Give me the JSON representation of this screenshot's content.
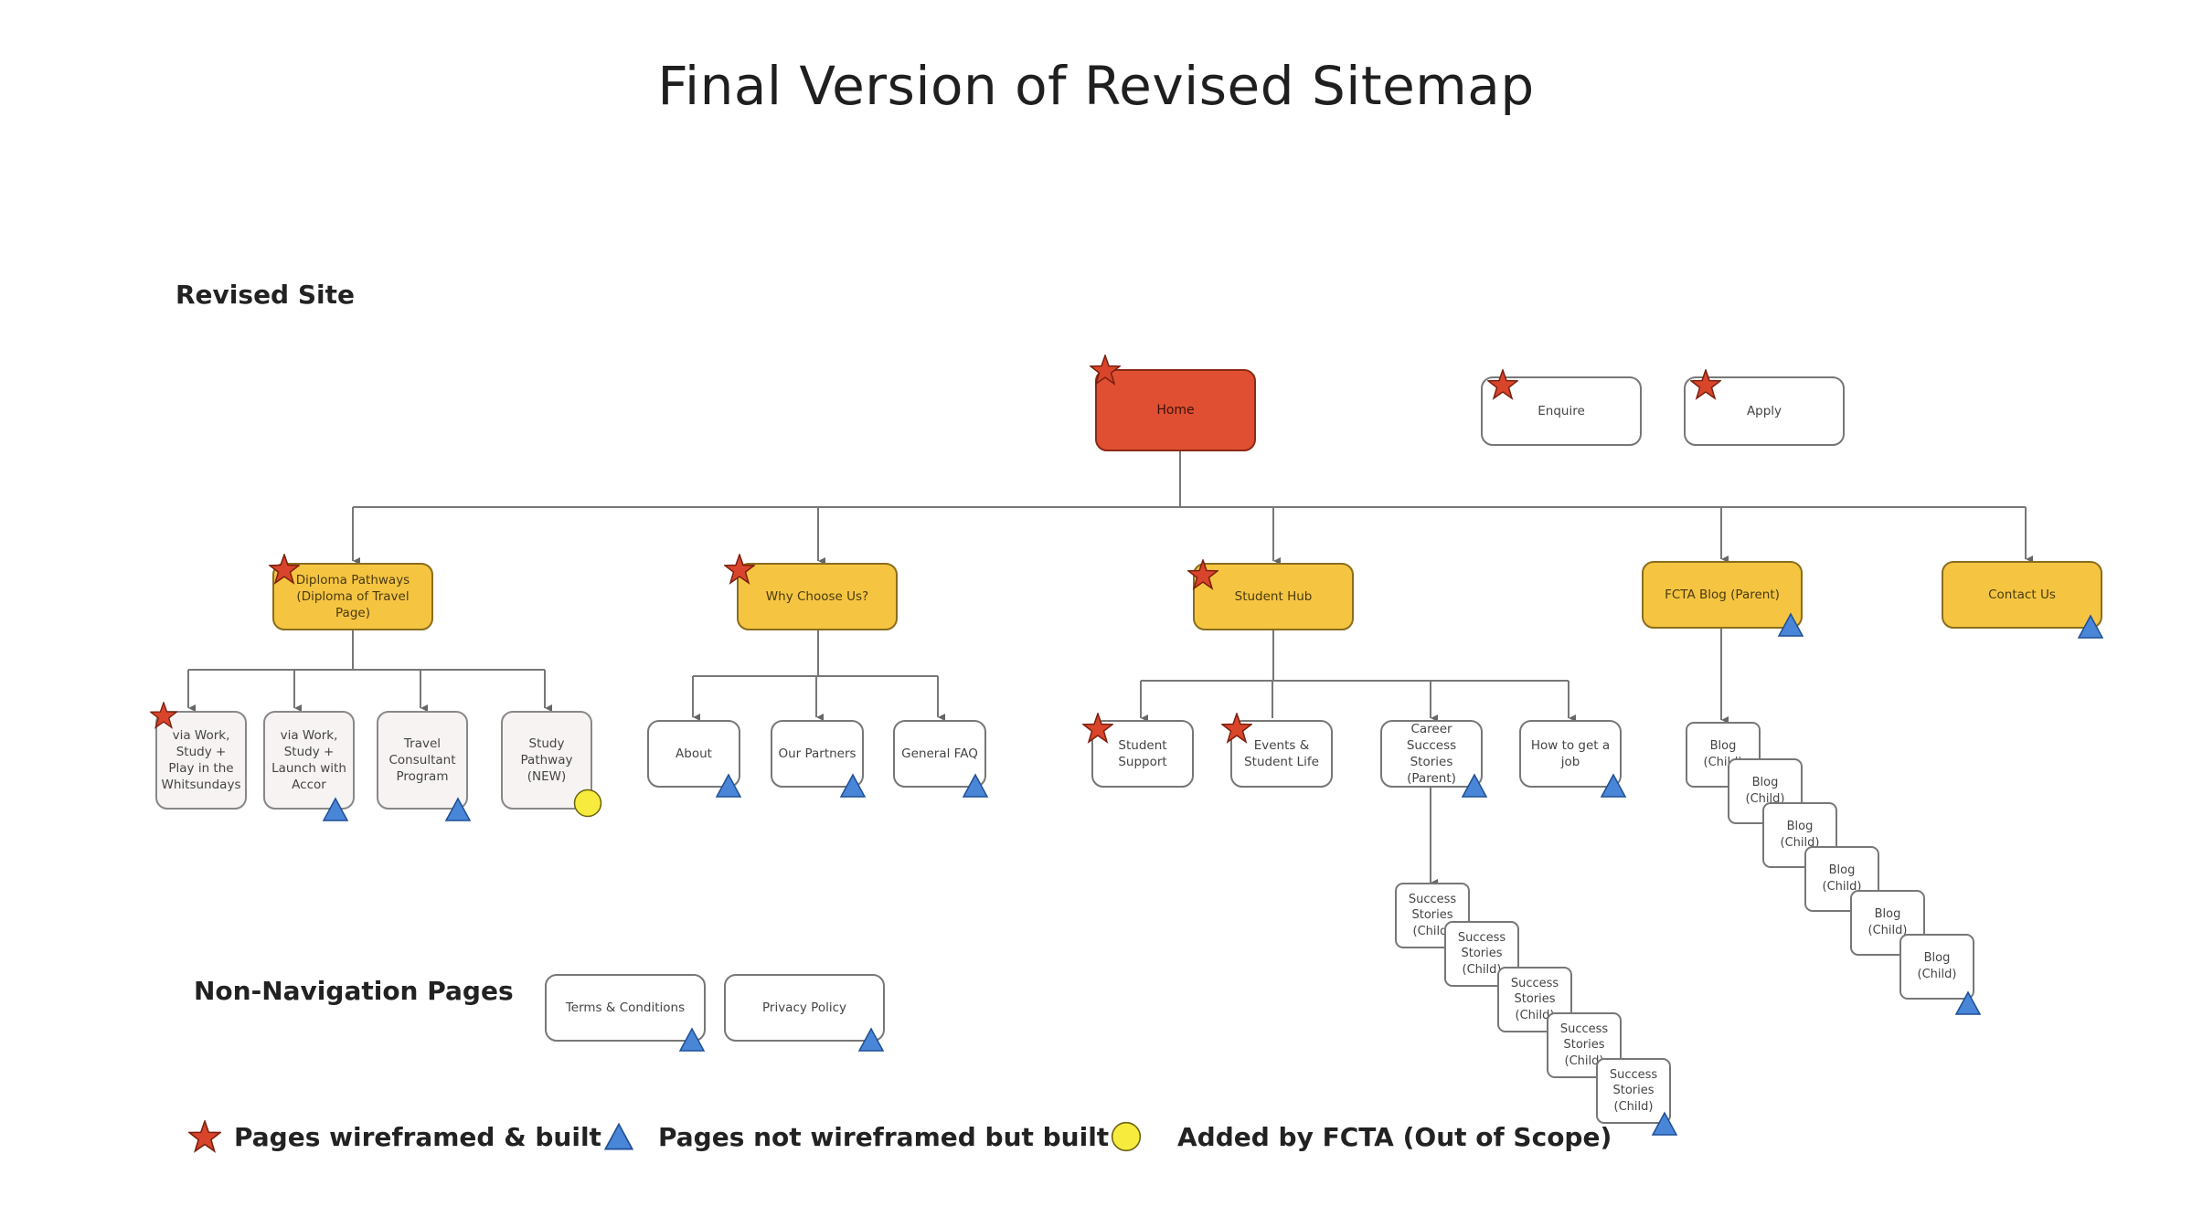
{
  "title": "Final Version of Revised Sitemap",
  "sections": {
    "revised": "Revised Site",
    "non_nav": "Non-Navigation Pages"
  },
  "nodes": {
    "home": "Home",
    "enquire": "Enquire",
    "apply": "Apply",
    "diploma": "Diploma Pathways (Diploma of Travel Page)",
    "why": "Why Choose Us?",
    "hub": "Student Hub",
    "blog_parent": "FCTA Blog (Parent)",
    "contact": "Contact Us",
    "via_whitsundays": "via Work, Study + Play in the Whitsundays",
    "via_accor": "via Work, Study + Launch with Accor",
    "tcp": "Travel Consultant Program",
    "study_pathway": "Study Pathway (NEW)",
    "about": "About",
    "partners": "Our Partners",
    "faq": "General FAQ",
    "support": "Student Support",
    "events": "Events & Student Life",
    "career": "Career Success Stories (Parent)",
    "job": "How to get a job",
    "terms": "Terms & Conditions",
    "privacy": "Privacy Policy",
    "success_1": "Success Stories (Child)",
    "success_2": "Success Stories (Child)",
    "success_3": "Success Stories (Child)",
    "success_4": "Success Stories (Child)",
    "success_5": "Success Stories (Child)",
    "blog_1": "Blog (Child)",
    "blog_2": "Blog (Child)",
    "blog_3": "Blog (Child)",
    "blog_4": "Blog (Child)",
    "blog_5": "Blog (Child)",
    "blog_6": "Blog (Child)"
  },
  "legend": {
    "star": "Pages wireframed & built",
    "triangle": "Pages not wireframed but built",
    "circle": "Added by FCTA (Out of Scope)"
  },
  "colors": {
    "home": "#e04f32",
    "section_nodes": "#f5c542",
    "star": "#d9452b",
    "triangle": "#4a86d8",
    "circle": "#f7ec3d"
  },
  "icons": {
    "star": "star-icon",
    "triangle": "triangle-icon",
    "circle": "circle-icon"
  }
}
